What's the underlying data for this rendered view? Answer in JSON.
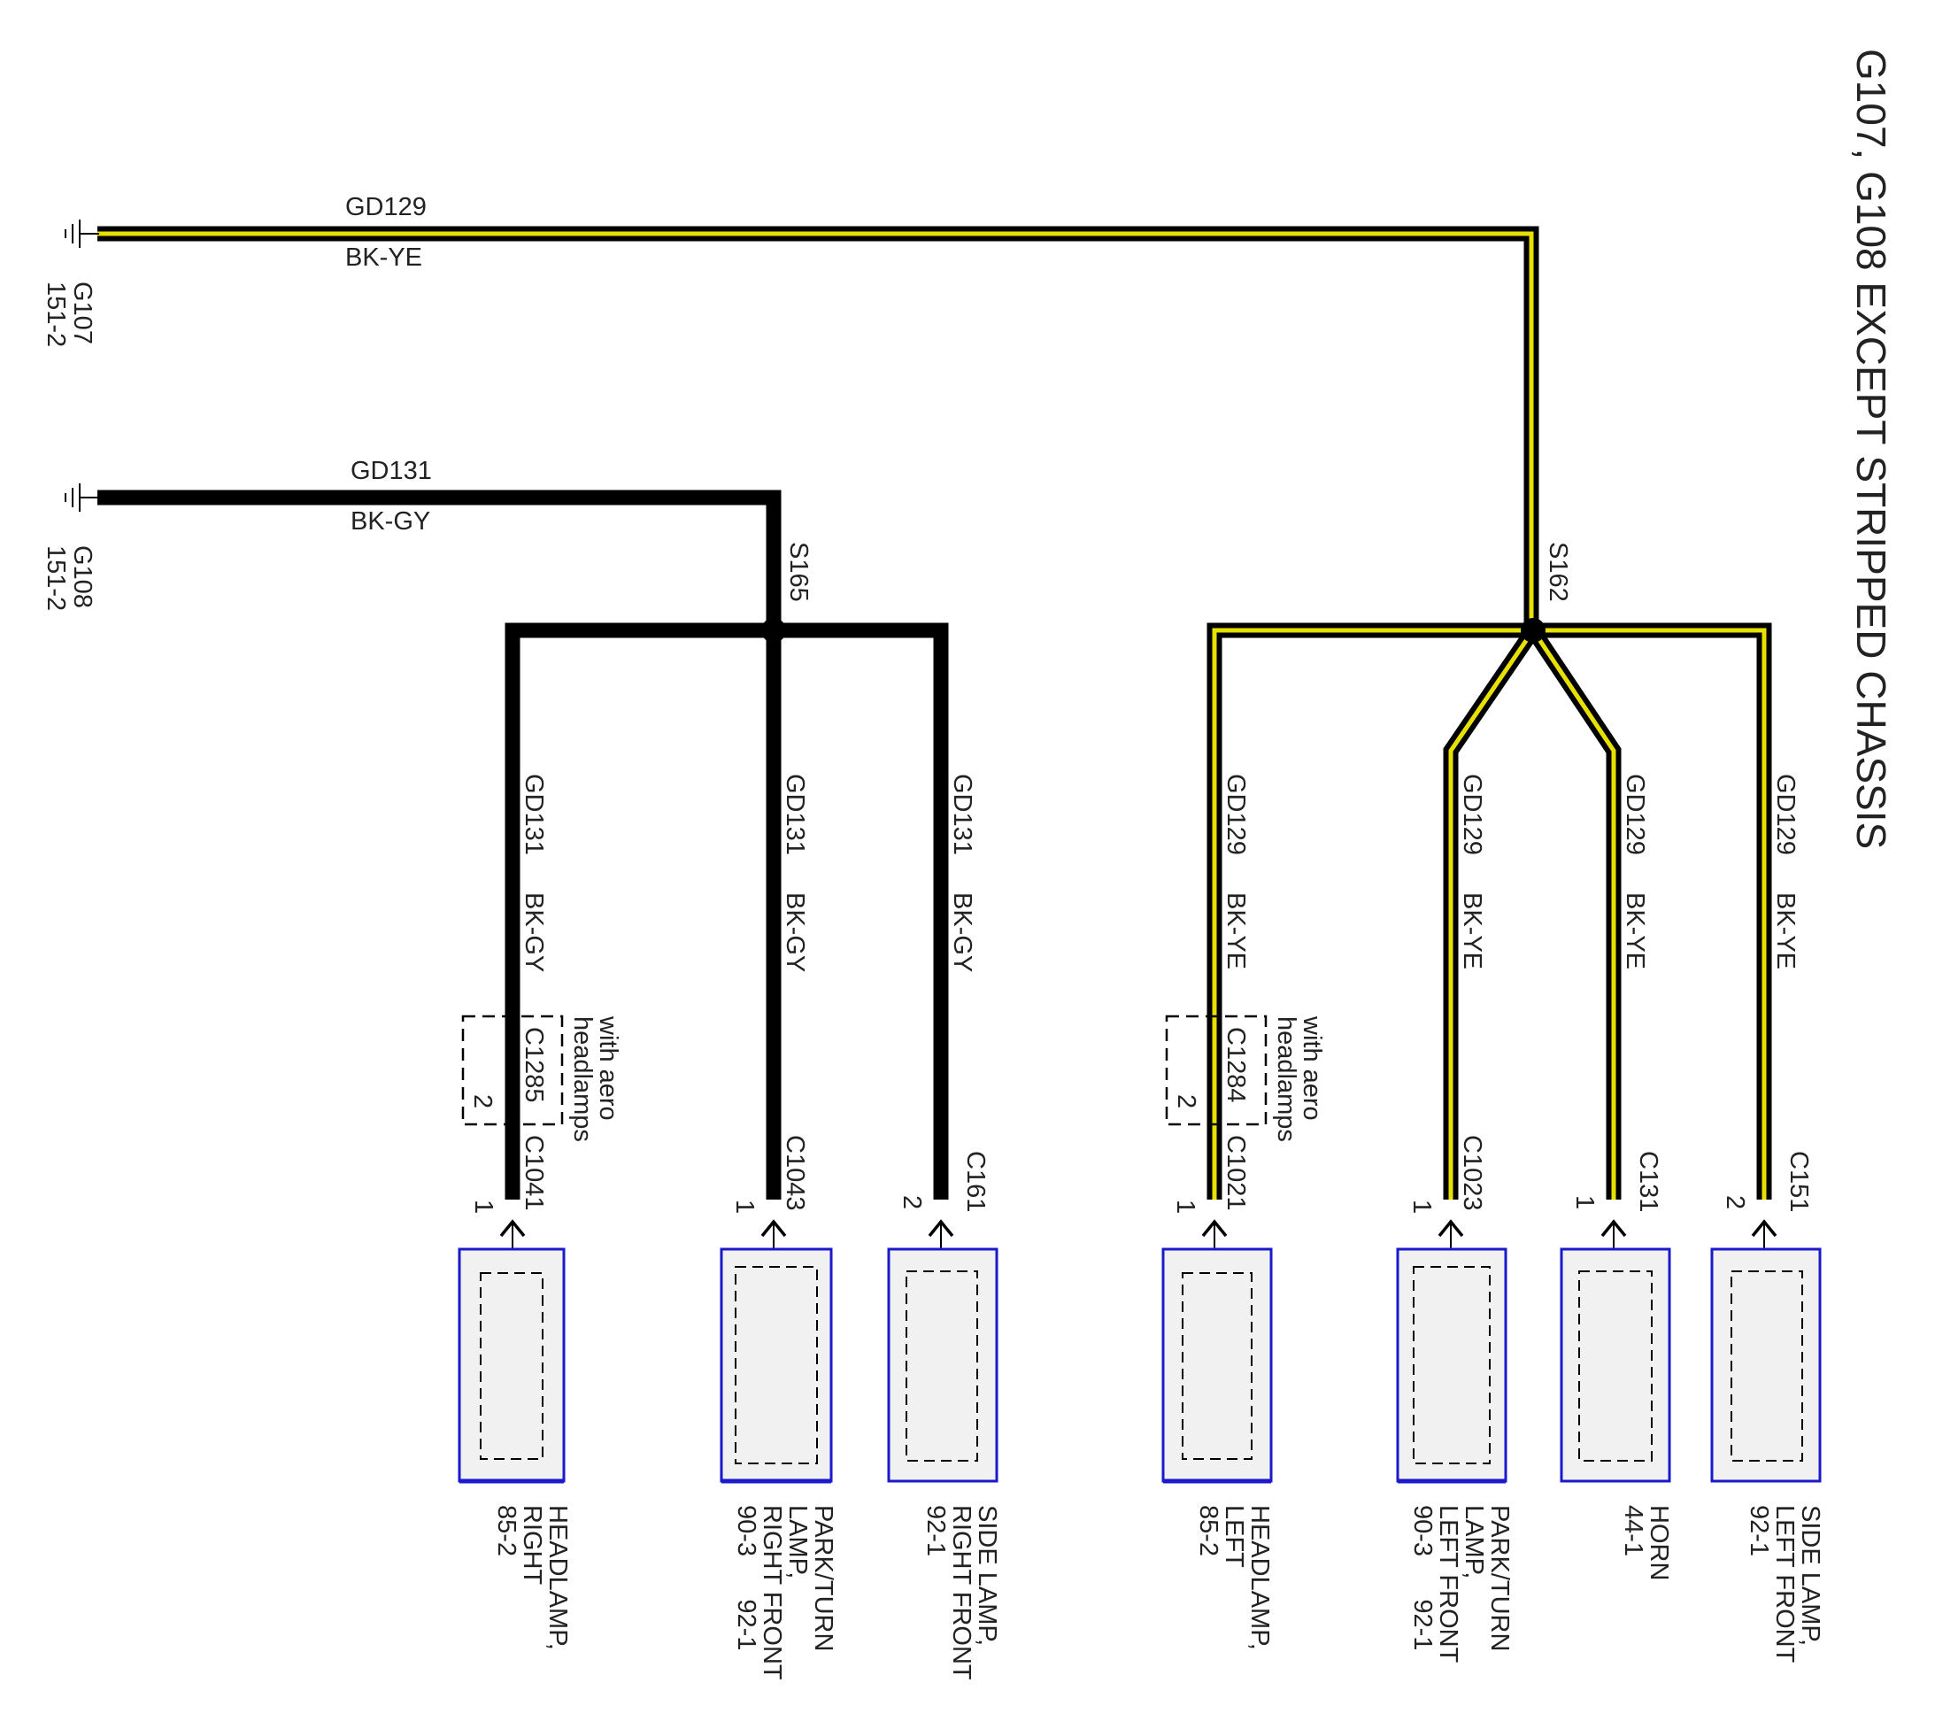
{
  "title": "G107, G108 EXCEPT STRIPPED CHASSIS",
  "colors": {
    "BK-YE": "#e8e000",
    "BK-GY": "#000000",
    "component_border": "#1a1acc",
    "component_fill": "#f1f1f1"
  },
  "grounds": [
    {
      "id": "G107",
      "page": "151-2"
    },
    {
      "id": "G108",
      "page": "151-2"
    }
  ],
  "splices": [
    {
      "id": "S165"
    },
    {
      "id": "S162"
    }
  ],
  "main_wires": [
    {
      "circuit": "GD129",
      "color": "BK-YE",
      "ground": "G107",
      "to": "S162"
    },
    {
      "circuit": "GD131",
      "color": "BK-GY",
      "ground": "G108",
      "to": "S165"
    }
  ],
  "branches": [
    {
      "circuit": "GD131",
      "color": "BK-GY",
      "splice": "S165",
      "connector": "C1041",
      "pin": "1",
      "inline_connector": {
        "id": "C1285",
        "pin": "2",
        "note_line1": "with aero",
        "note_line2": "headlamps"
      },
      "component": {
        "lines": [
          "HEADLAMP,",
          "RIGHT",
          "85-2"
        ]
      }
    },
    {
      "circuit": "GD131",
      "color": "BK-GY",
      "splice": "S165",
      "connector": "C1043",
      "pin": "1",
      "component": {
        "lines": [
          "PARK/TURN",
          "LAMP,",
          "RIGHT FRONT",
          "90-3      92-1"
        ]
      }
    },
    {
      "circuit": "GD131",
      "color": "BK-GY",
      "splice": "S165",
      "connector": "C161",
      "pin": "2",
      "component": {
        "lines": [
          "SIDE LAMP,",
          "RIGHT FRONT",
          "92-1"
        ]
      }
    },
    {
      "circuit": "GD129",
      "color": "BK-YE",
      "splice": "S162",
      "connector": "C1021",
      "pin": "1",
      "inline_connector": {
        "id": "C1284",
        "pin": "2",
        "note_line1": "with aero",
        "note_line2": "headlamps"
      },
      "component": {
        "lines": [
          "HEADLAMP,",
          "LEFT",
          "85-2"
        ]
      }
    },
    {
      "circuit": "GD129",
      "color": "BK-YE",
      "splice": "S162",
      "connector": "C1023",
      "pin": "1",
      "component": {
        "lines": [
          "PARK/TURN",
          "LAMP,",
          "LEFT FRONT",
          "90-3      92-1"
        ]
      }
    },
    {
      "circuit": "GD129",
      "color": "BK-YE",
      "splice": "S162",
      "connector": "C131",
      "pin": "1",
      "component": {
        "lines": [
          "HORN",
          "44-1"
        ]
      }
    },
    {
      "circuit": "GD129",
      "color": "BK-YE",
      "splice": "S162",
      "connector": "C151",
      "pin": "2",
      "component": {
        "lines": [
          "SIDE LAMP,",
          "LEFT FRONT",
          "92-1"
        ]
      }
    }
  ]
}
